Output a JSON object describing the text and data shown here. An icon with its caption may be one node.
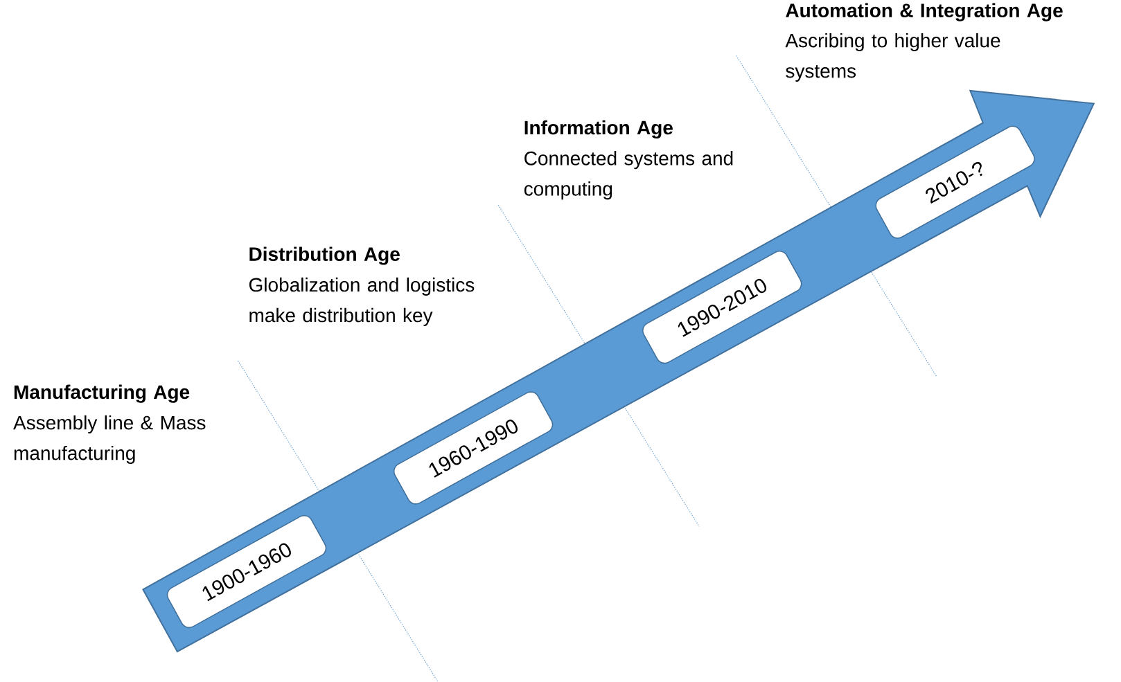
{
  "diagram": {
    "nodes": [
      {
        "text": [],
        "shape": "arrow"
      },
      {
        "text": [
          "1900-1960"
        ],
        "in": 0
      },
      {
        "text": [
          "1960-1990"
        ],
        "in": 0
      },
      {
        "text": [
          "1990-2010"
        ],
        "in": 0
      },
      {
        "text": [
          "2010-?"
        ],
        "in": 0
      }
    ],
    "labels": [
      "Automation & Integration Age",
      "Ascribing to higher value systems",
      "Information Age",
      "Connected systems and computing",
      "Distribution Age",
      "Globalization and logistics make distribution key",
      "Manufacturing Age",
      "Assembly line & Mass manufacturing"
    ]
  }
}
